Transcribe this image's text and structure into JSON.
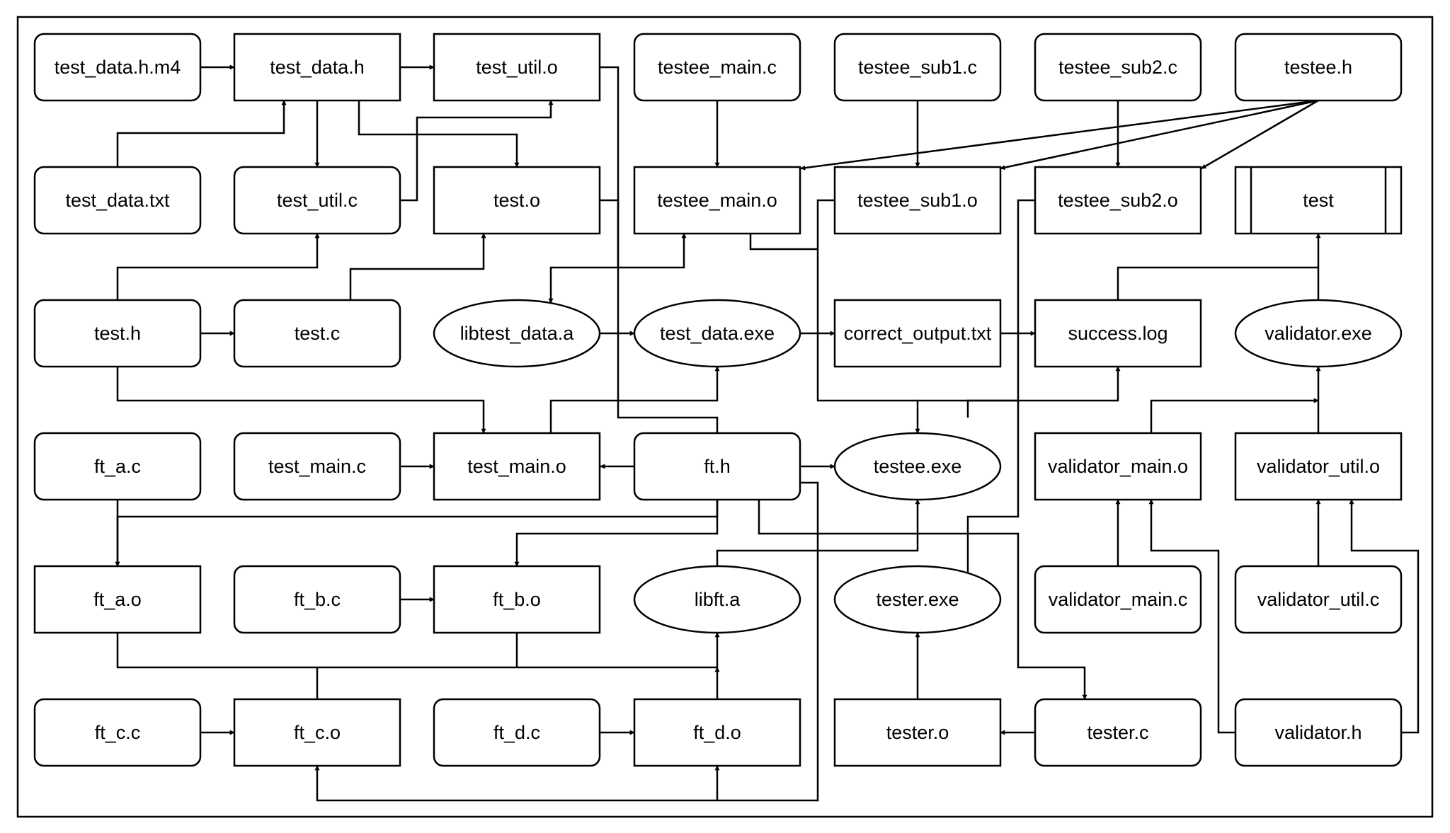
{
  "diagram": {
    "nodes": [
      {
        "id": "test_data_h_m4",
        "label": "test_data.h.m4",
        "shape": "rounded",
        "row": 0,
        "col": 0
      },
      {
        "id": "test_data_h",
        "label": "test_data.h",
        "shape": "rect",
        "row": 0,
        "col": 1
      },
      {
        "id": "test_util_o",
        "label": "test_util.o",
        "shape": "rect",
        "row": 0,
        "col": 2
      },
      {
        "id": "testee_main_c",
        "label": "testee_main.c",
        "shape": "rounded",
        "row": 0,
        "col": 3
      },
      {
        "id": "testee_sub1_c",
        "label": "testee_sub1.c",
        "shape": "rounded",
        "row": 0,
        "col": 4
      },
      {
        "id": "testee_sub2_c",
        "label": "testee_sub2.c",
        "shape": "rounded",
        "row": 0,
        "col": 5
      },
      {
        "id": "testee_h",
        "label": "testee.h",
        "shape": "rounded",
        "row": 0,
        "col": 6
      },
      {
        "id": "test_data_txt",
        "label": "test_data.txt",
        "shape": "rounded",
        "row": 1,
        "col": 0
      },
      {
        "id": "test_util_c",
        "label": "test_util.c",
        "shape": "rounded",
        "row": 1,
        "col": 1
      },
      {
        "id": "test_o",
        "label": "test.o",
        "shape": "rect",
        "row": 1,
        "col": 2
      },
      {
        "id": "testee_main_o",
        "label": "testee_main.o",
        "shape": "rect",
        "row": 1,
        "col": 3
      },
      {
        "id": "testee_sub1_o",
        "label": "testee_sub1.o",
        "shape": "rect",
        "row": 1,
        "col": 4
      },
      {
        "id": "testee_sub2_o",
        "label": "testee_sub2.o",
        "shape": "rect",
        "row": 1,
        "col": 5
      },
      {
        "id": "test",
        "label": "test",
        "shape": "process",
        "row": 1,
        "col": 6
      },
      {
        "id": "test_h",
        "label": "test.h",
        "shape": "rounded",
        "row": 2,
        "col": 0
      },
      {
        "id": "test_c",
        "label": "test.c",
        "shape": "rounded",
        "row": 2,
        "col": 1
      },
      {
        "id": "libtest_data_a",
        "label": "libtest_data.a",
        "shape": "ellipse",
        "row": 2,
        "col": 2
      },
      {
        "id": "test_data_exe",
        "label": "test_data.exe",
        "shape": "ellipse",
        "row": 2,
        "col": 3
      },
      {
        "id": "correct_output_txt",
        "label": "correct_output.txt",
        "shape": "rect",
        "row": 2,
        "col": 4
      },
      {
        "id": "success_log",
        "label": "success.log",
        "shape": "rect",
        "row": 2,
        "col": 5
      },
      {
        "id": "validator_exe",
        "label": "validator.exe",
        "shape": "ellipse",
        "row": 2,
        "col": 6
      },
      {
        "id": "ft_a_c",
        "label": "ft_a.c",
        "shape": "rounded",
        "row": 3,
        "col": 0
      },
      {
        "id": "test_main_c",
        "label": "test_main.c",
        "shape": "rounded",
        "row": 3,
        "col": 1
      },
      {
        "id": "test_main_o",
        "label": "test_main.o",
        "shape": "rect",
        "row": 3,
        "col": 2
      },
      {
        "id": "ft_h",
        "label": "ft.h",
        "shape": "rounded",
        "row": 3,
        "col": 3
      },
      {
        "id": "testee_exe",
        "label": "testee.exe",
        "shape": "ellipse",
        "row": 3,
        "col": 4
      },
      {
        "id": "validator_main_o",
        "label": "validator_main.o",
        "shape": "rect",
        "row": 3,
        "col": 5
      },
      {
        "id": "validator_util_o",
        "label": "validator_util.o",
        "shape": "rect",
        "row": 3,
        "col": 6
      },
      {
        "id": "ft_a_o",
        "label": "ft_a.o",
        "shape": "rect",
        "row": 4,
        "col": 0
      },
      {
        "id": "ft_b_c",
        "label": "ft_b.c",
        "shape": "rounded",
        "row": 4,
        "col": 1
      },
      {
        "id": "ft_b_o",
        "label": "ft_b.o",
        "shape": "rect",
        "row": 4,
        "col": 2
      },
      {
        "id": "libft_a",
        "label": "libft.a",
        "shape": "ellipse",
        "row": 4,
        "col": 3
      },
      {
        "id": "tester_exe",
        "label": "tester.exe",
        "shape": "ellipse",
        "row": 4,
        "col": 4
      },
      {
        "id": "validator_main_c",
        "label": "validator_main.c",
        "shape": "rounded",
        "row": 4,
        "col": 5
      },
      {
        "id": "validator_util_c",
        "label": "validator_util.c",
        "shape": "rounded",
        "row": 4,
        "col": 6
      },
      {
        "id": "ft_c_c",
        "label": "ft_c.c",
        "shape": "rounded",
        "row": 5,
        "col": 0
      },
      {
        "id": "ft_c_o",
        "label": "ft_c.o",
        "shape": "rect",
        "row": 5,
        "col": 1
      },
      {
        "id": "ft_d_c",
        "label": "ft_d.c",
        "shape": "rounded",
        "row": 5,
        "col": 2
      },
      {
        "id": "ft_d_o",
        "label": "ft_d.o",
        "shape": "rect",
        "row": 5,
        "col": 3
      },
      {
        "id": "tester_o",
        "label": "tester.o",
        "shape": "rect",
        "row": 5,
        "col": 4
      },
      {
        "id": "tester_c",
        "label": "tester.c",
        "shape": "rounded",
        "row": 5,
        "col": 5
      },
      {
        "id": "validator_h",
        "label": "validator.h",
        "shape": "rounded",
        "row": 5,
        "col": 6
      }
    ],
    "edges": [
      {
        "from": "test_data_h_m4",
        "to": "test_data_h",
        "arrow": true
      },
      {
        "from": "test_data_h",
        "to": "test_util_o",
        "arrow": true
      },
      {
        "from": "test_data_txt",
        "to": "test_data_h",
        "arrow": true
      },
      {
        "from": "test_data_h",
        "to": "test_util_c",
        "arrow": true
      },
      {
        "from": "test_data_h",
        "to": "test_o",
        "arrow": true
      },
      {
        "from": "test_util_c",
        "to": "test_util_o",
        "arrow": true
      },
      {
        "from": "test_h",
        "to": "test_util_c",
        "arrow": true
      },
      {
        "from": "test_c",
        "to": "test_o",
        "arrow": true
      },
      {
        "from": "test_h",
        "to": "test_c",
        "arrow": true
      },
      {
        "from": "test_h",
        "to": "test_main_o",
        "arrow": true
      },
      {
        "from": "test_util_o",
        "to": "libtest_data_a",
        "arrow": true
      },
      {
        "from": "test_o",
        "to": "libtest_data_a",
        "arrow": false
      },
      {
        "from": "libtest_data_a",
        "to": "test_data_exe",
        "arrow": true
      },
      {
        "from": "test_main_o",
        "to": "test_data_exe",
        "arrow": true
      },
      {
        "from": "test_data_exe",
        "to": "correct_output_txt",
        "arrow": true
      },
      {
        "from": "correct_output_txt",
        "to": "success_log",
        "arrow": true
      },
      {
        "from": "testee_main_c",
        "to": "testee_main_o",
        "arrow": true
      },
      {
        "from": "testee_sub1_c",
        "to": "testee_sub1_o",
        "arrow": true
      },
      {
        "from": "testee_sub2_c",
        "to": "testee_sub2_o",
        "arrow": true
      },
      {
        "from": "testee_h",
        "to": "testee_main_o",
        "arrow": true
      },
      {
        "from": "testee_h",
        "to": "testee_sub1_o",
        "arrow": true
      },
      {
        "from": "testee_h",
        "to": "testee_sub2_o",
        "arrow": true
      },
      {
        "from": "ft_h",
        "to": "testee_main_o",
        "arrow": true
      },
      {
        "from": "testee_main_o",
        "to": "testee_exe",
        "arrow": false
      },
      {
        "from": "testee_sub1_o",
        "to": "testee_exe",
        "arrow": true
      },
      {
        "from": "testee_sub2_o",
        "to": "testee_exe",
        "arrow": false
      },
      {
        "from": "testee_exe",
        "to": "success_log",
        "arrow": true
      },
      {
        "from": "tester_exe",
        "to": "success_log",
        "arrow": false
      },
      {
        "from": "success_log",
        "to": "test",
        "arrow": false
      },
      {
        "from": "validator_exe",
        "to": "test",
        "arrow": true
      },
      {
        "from": "validator_main_o",
        "to": "validator_exe",
        "arrow": true
      },
      {
        "from": "validator_util_o",
        "to": "validator_exe",
        "arrow": true
      },
      {
        "from": "test_main_c",
        "to": "test_main_o",
        "arrow": true
      },
      {
        "from": "ft_h",
        "to": "test_main_o",
        "arrow": true
      },
      {
        "from": "ft_h",
        "to": "testee_exe",
        "arrow": true
      },
      {
        "from": "ft_h",
        "to": "ft_a_o",
        "arrow": true
      },
      {
        "from": "ft_h",
        "to": "ft_b_o",
        "arrow": true
      },
      {
        "from": "ft_h",
        "to": "tester_c",
        "arrow": true
      },
      {
        "from": "ft_h",
        "to": "ft_c_o",
        "arrow": true
      },
      {
        "from": "ft_h",
        "to": "ft_d_o",
        "arrow": true
      },
      {
        "from": "ft_a_c",
        "to": "ft_a_o",
        "arrow": true
      },
      {
        "from": "ft_b_c",
        "to": "ft_b_o",
        "arrow": true
      },
      {
        "from": "ft_a_o",
        "to": "libft_a",
        "arrow": true
      },
      {
        "from": "ft_b_o",
        "to": "libft_a",
        "arrow": false
      },
      {
        "from": "ft_c_o",
        "to": "libft_a",
        "arrow": false
      },
      {
        "from": "ft_d_o",
        "to": "libft_a",
        "arrow": true
      },
      {
        "from": "libft_a",
        "to": "testee_exe",
        "arrow": true
      },
      {
        "from": "ft_c_c",
        "to": "ft_c_o",
        "arrow": true
      },
      {
        "from": "ft_d_c",
        "to": "ft_d_o",
        "arrow": true
      },
      {
        "from": "tester_o",
        "to": "tester_exe",
        "arrow": true
      },
      {
        "from": "tester_c",
        "to": "tester_o",
        "arrow": true
      },
      {
        "from": "validator_main_c",
        "to": "validator_main_o",
        "arrow": true
      },
      {
        "from": "validator_util_c",
        "to": "validator_util_o",
        "arrow": true
      },
      {
        "from": "validator_h",
        "to": "validator_main_o",
        "arrow": true
      },
      {
        "from": "validator_h",
        "to": "validator_util_o",
        "arrow": true
      }
    ]
  }
}
